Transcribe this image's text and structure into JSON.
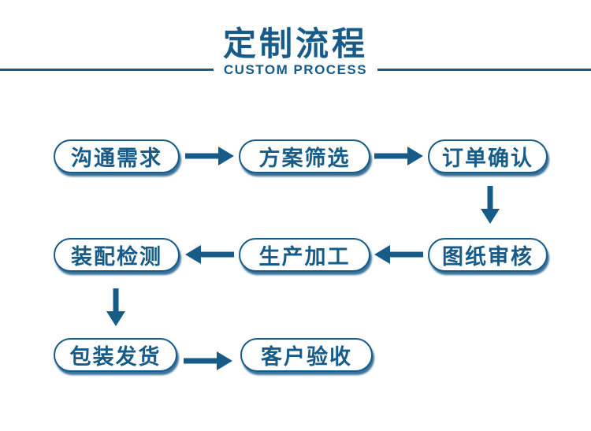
{
  "header": {
    "title": "定制流程",
    "subtitle": "CUSTOM PROCESS"
  },
  "colors": {
    "brand": "#175b88",
    "background": "#ffffff"
  },
  "flow": {
    "steps": [
      {
        "order": 1,
        "label": "沟通需求"
      },
      {
        "order": 2,
        "label": "方案筛选"
      },
      {
        "order": 3,
        "label": "订单确认"
      },
      {
        "order": 4,
        "label": "图纸审核"
      },
      {
        "order": 5,
        "label": "生产加工"
      },
      {
        "order": 6,
        "label": "装配检测"
      },
      {
        "order": 7,
        "label": "包装发货"
      },
      {
        "order": 8,
        "label": "客户验收"
      }
    ],
    "connections": [
      {
        "from": "沟通需求",
        "to": "方案筛选",
        "direction": "right"
      },
      {
        "from": "方案筛选",
        "to": "订单确认",
        "direction": "right"
      },
      {
        "from": "订单确认",
        "to": "图纸审核",
        "direction": "down"
      },
      {
        "from": "图纸审核",
        "to": "生产加工",
        "direction": "left"
      },
      {
        "from": "生产加工",
        "to": "装配检测",
        "direction": "left"
      },
      {
        "from": "装配检测",
        "to": "包装发货",
        "direction": "down"
      },
      {
        "from": "包装发货",
        "to": "客户验收",
        "direction": "right"
      }
    ]
  }
}
